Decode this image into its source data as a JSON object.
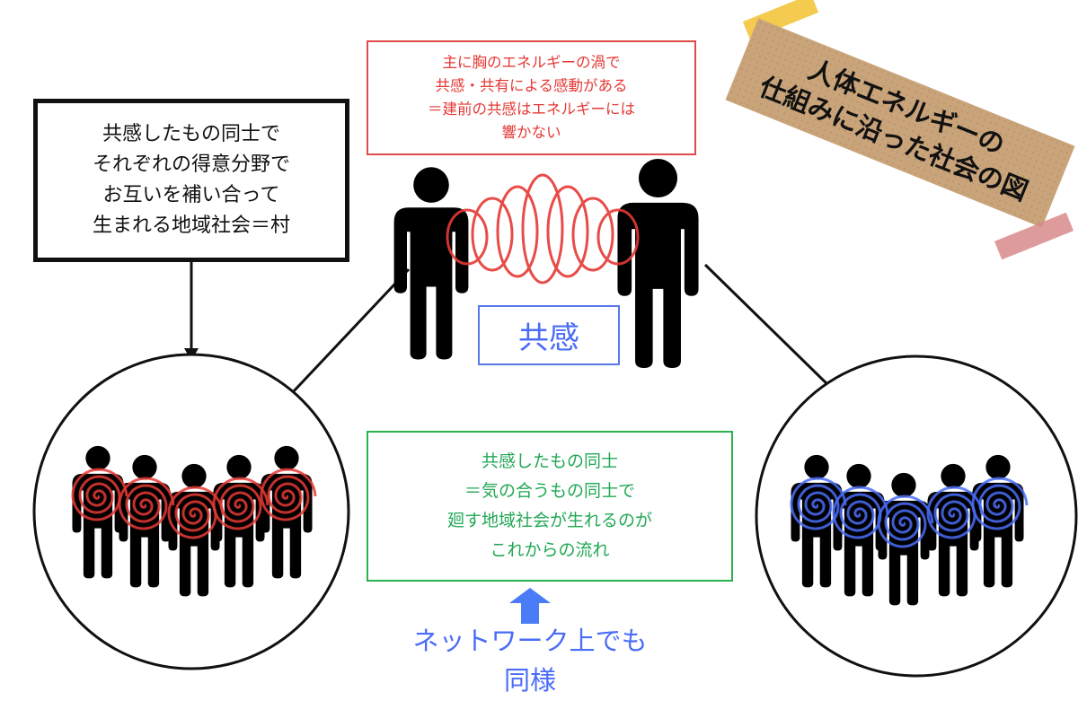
{
  "title_label": {
    "lines": [
      "人体エネルギーの",
      "仕組みに沿った社会の図"
    ]
  },
  "village_box": {
    "lines": [
      "共感したもの同士で",
      "それぞれの得意分野で",
      "お互いを補い合って",
      "生まれる地域社会＝村"
    ]
  },
  "vortex_box": {
    "lines": [
      "主に胸のエネルギーの渦で",
      "共感・共有による感動がある",
      "＝建前の共感はエネルギーには",
      "響かない"
    ]
  },
  "empathy_box": {
    "label": "共感"
  },
  "flow_box": {
    "lines": [
      "共感したもの同士",
      "＝気の合うもの同士で",
      "廻す地域社会が生れるのが",
      "これからの流れ"
    ]
  },
  "network_note": {
    "lines": [
      "ネットワーク上でも",
      "同様"
    ]
  },
  "colors": {
    "red": "#e53935",
    "blue": "#4a6cf7",
    "green": "#22a855",
    "kraft": "#c9a47a"
  }
}
